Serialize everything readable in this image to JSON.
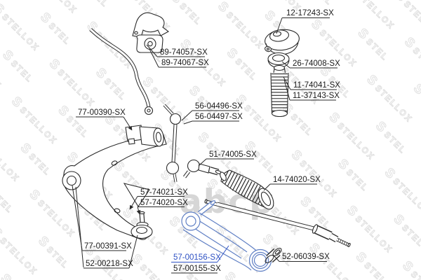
{
  "diagram": {
    "background": "#ffffff",
    "line_color": "#2a2a2a",
    "highlight_label_color": "#2f52c4",
    "highlight_part_color": "#5f7fc4"
  },
  "watermark": {
    "logo_letter": "S",
    "brand": "STELLOX",
    "center_text": "abcp",
    "tile_color": "#dcdcdc",
    "center_color": "#d6d6d6"
  },
  "part_labels": [
    {
      "text": "12-17243-SX",
      "highlighted": false
    },
    {
      "text": "89-74057-SX",
      "highlighted": false
    },
    {
      "text": "89-74067-SX",
      "highlighted": false
    },
    {
      "text": "26-74008-SX",
      "highlighted": false
    },
    {
      "text": "11-74041-SX",
      "highlighted": false
    },
    {
      "text": "11-37143-SX",
      "highlighted": false
    },
    {
      "text": "77-00390-SX",
      "highlighted": false
    },
    {
      "text": "56-04496-SX",
      "highlighted": false
    },
    {
      "text": "56-04497-SX",
      "highlighted": false
    },
    {
      "text": "51-74005-SX",
      "highlighted": false
    },
    {
      "text": "14-74020-SX",
      "highlighted": false
    },
    {
      "text": "57-74021-SX",
      "highlighted": false
    },
    {
      "text": "57-74020-SX",
      "highlighted": false
    },
    {
      "text": "77-00391-SX",
      "highlighted": false
    },
    {
      "text": "52-00218-SX",
      "highlighted": false
    },
    {
      "text": "57-00156-SX",
      "highlighted": true
    },
    {
      "text": "57-00155-SX",
      "highlighted": false
    },
    {
      "text": "52-06039-SX",
      "highlighted": false
    }
  ]
}
